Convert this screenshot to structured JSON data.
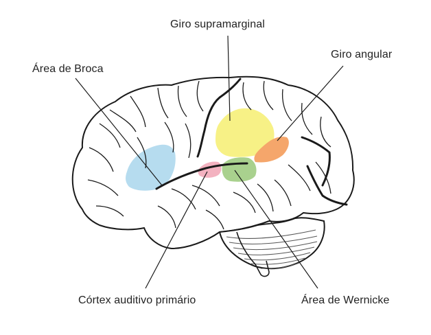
{
  "labels": {
    "giro_supramarginal": "Giro supramarginal",
    "giro_angular": "Giro angular",
    "area_broca": "Área de Broca",
    "cortex_auditivo": "Córtex auditivo primário",
    "area_wernicke": "Área de Wernicke"
  },
  "colors": {
    "broca": "#b6dcef",
    "supramarginal": "#f7f186",
    "angular": "#f5a66b",
    "auditivo": "#f3b2c0",
    "wernicke": "#a9d18e",
    "outline": "#1a1a1a"
  }
}
